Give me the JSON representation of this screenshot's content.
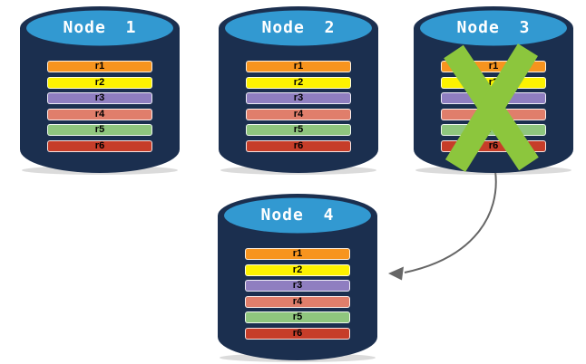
{
  "diagram": {
    "nodes": [
      {
        "label": "Node 1",
        "failed": false,
        "partitions": [
          "r1",
          "r2",
          "r3",
          "r4",
          "r5",
          "r6"
        ]
      },
      {
        "label": "Node 2",
        "failed": false,
        "partitions": [
          "r1",
          "r2",
          "r3",
          "r4",
          "r5",
          "r6"
        ]
      },
      {
        "label": "Node 3",
        "failed": true,
        "partitions": [
          "r1",
          "r2",
          "r3",
          "r4",
          "r5",
          "r6"
        ]
      },
      {
        "label": "Node 4",
        "failed": false,
        "partitions": [
          "r1",
          "r2",
          "r3",
          "r4",
          "r5",
          "r6"
        ]
      }
    ],
    "partition_colors": {
      "r1": "#F7941E",
      "r2": "#FDF200",
      "r3": "#8F7EC0",
      "r4": "#E07E6B",
      "r5": "#8FC67E",
      "r6": "#C63D29"
    },
    "colors": {
      "cylinder_body": "#1B2F4F",
      "cylinder_top": "#3299D1",
      "node_label_text": "#FFFFFF",
      "partition_label_text": "#000000",
      "failure_x": "#8CC63D",
      "arrow": "#666666"
    },
    "arrow": {
      "from": "Node 3",
      "to": "Node 4"
    }
  }
}
